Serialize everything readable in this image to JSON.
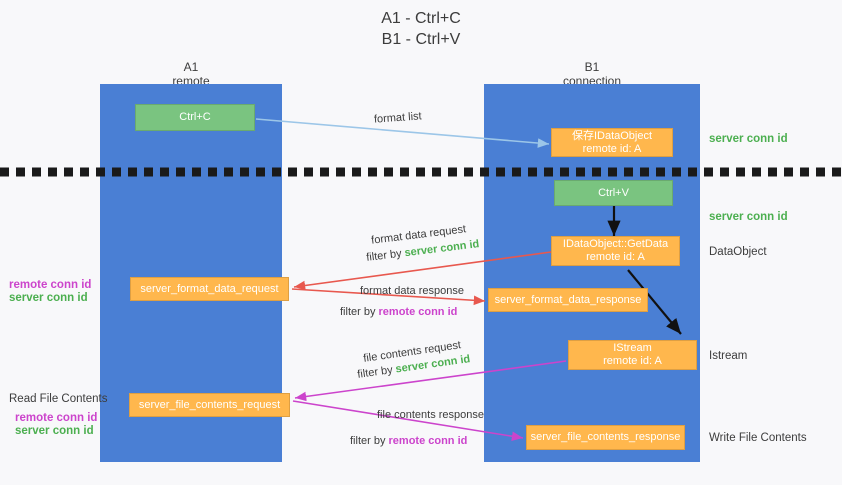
{
  "title": {
    "line1": "A1 - Ctrl+C",
    "line2": "B1 - Ctrl+V"
  },
  "columns": [
    {
      "name": "A1",
      "sub": "remote"
    },
    {
      "name": "B1",
      "sub": "connection"
    }
  ],
  "boxes": {
    "ctrl_c": {
      "line1": "Ctrl+C",
      "line2": ""
    },
    "save_idataobject": {
      "line1": "保存IDataObject",
      "line2": "remote id: A"
    },
    "ctrl_v": {
      "line1": "Ctrl+V",
      "line2": ""
    },
    "getdata": {
      "line1": "IDataObject::GetData",
      "line2": "remote id: A"
    },
    "format_data_request": {
      "line1": "server_format_data_request",
      "line2": ""
    },
    "format_data_response": {
      "line1": "server_format_data_response",
      "line2": ""
    },
    "istream": {
      "line1": "IStream",
      "line2": "remote id: A"
    },
    "file_contents_request": {
      "line1": "server_file_contents_request",
      "line2": ""
    },
    "file_contents_response": {
      "line1": "server_file_contents_response",
      "line2": ""
    }
  },
  "right_labels": {
    "server_conn_id_top": "server conn id",
    "server_conn_id_mid": "server conn id",
    "dataobject": "DataObject",
    "istream": "Istream",
    "write_file_contents": "Write File Contents"
  },
  "left_labels": {
    "remote_conn_id_1": "remote conn id",
    "server_conn_id_1": "server conn id",
    "read_file_contents": "Read File Contents",
    "remote_conn_id_2": "remote conn id",
    "server_conn_id_2": "server conn id"
  },
  "captions": {
    "format_list": "format list",
    "format_data_request": "format data request",
    "format_data_request_filter_prefix": "filter by ",
    "format_data_request_filter_value": "server conn id",
    "format_data_response": "format data response",
    "format_data_response_filter_prefix": "filter by ",
    "format_data_response_filter_value": "remote conn id",
    "file_contents_request": "file contents request",
    "file_contents_request_filter_prefix": "filter by ",
    "file_contents_request_filter_value": "server conn id",
    "file_contents_response": "file contents response",
    "file_contents_response_filter_prefix": "filter by ",
    "file_contents_response_filter_value": "remote conn id"
  },
  "colors": {
    "lane": "#4a7fd4",
    "green_box": "#7ac480",
    "orange_box": "#ffb74d",
    "green_text": "#4caf50",
    "magenta_text": "#cc44cc",
    "light_blue_arrow": "#9cc6e8",
    "red_arrow": "#e8584e",
    "magenta_arrow": "#cc44cc",
    "black_arrow": "#111111",
    "divider": "#1a1a1a"
  }
}
